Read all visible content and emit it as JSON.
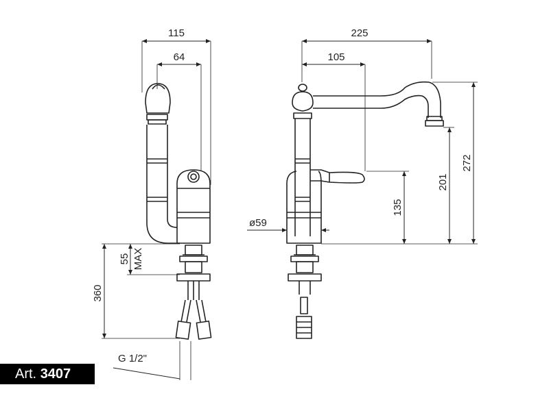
{
  "article": {
    "prefix": "Art.",
    "number": "3407"
  },
  "dimensions": {
    "side_width_total": "115",
    "side_width_axis": "64",
    "front_width_total": "225",
    "front_width_spout": "105",
    "max_depth": "55",
    "max_label": "MAX",
    "hose_length": "360",
    "thread": "G 1/2\"",
    "base_diameter": "ø59",
    "lever_height": "135",
    "spout_height": "201",
    "total_height": "272"
  }
}
